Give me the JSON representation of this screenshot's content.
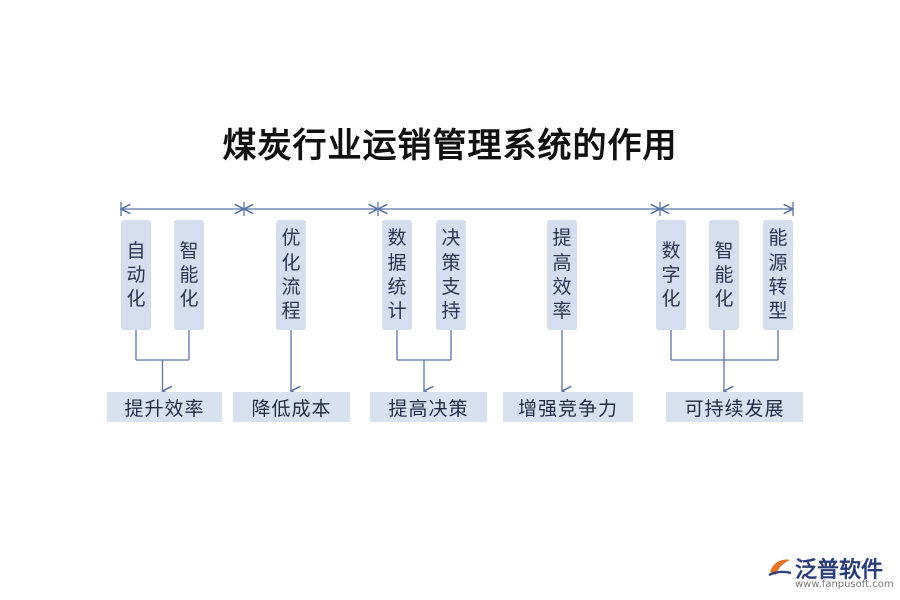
{
  "title": "煤炭行业运销管理系统的作用",
  "groups": [
    {
      "items": [
        [
          "自",
          "动",
          "化"
        ],
        [
          "智",
          "能",
          "化"
        ]
      ],
      "result": "提升效率"
    },
    {
      "items": [
        [
          "优",
          "化",
          "流",
          "程"
        ]
      ],
      "result": "降低成本"
    },
    {
      "items": [
        [
          "数",
          "据",
          "统",
          "计"
        ],
        [
          "决",
          "策",
          "支",
          "持"
        ]
      ],
      "result": "提高决策"
    },
    {
      "items": [
        [
          "提",
          "高",
          "效",
          "率"
        ]
      ],
      "result": "增强竞争力"
    },
    {
      "items": [
        [
          "数",
          "字",
          "化"
        ],
        [
          "智",
          "能",
          "化"
        ],
        [
          "能",
          "源",
          "转",
          "型"
        ]
      ],
      "result": "可持续发展"
    }
  ],
  "logo": {
    "name": "泛普软件",
    "url": "www.fanpusoft.com"
  },
  "colors": {
    "line": "#5b74a8",
    "pill": "#d4deef",
    "result": "#d8e1ef"
  }
}
